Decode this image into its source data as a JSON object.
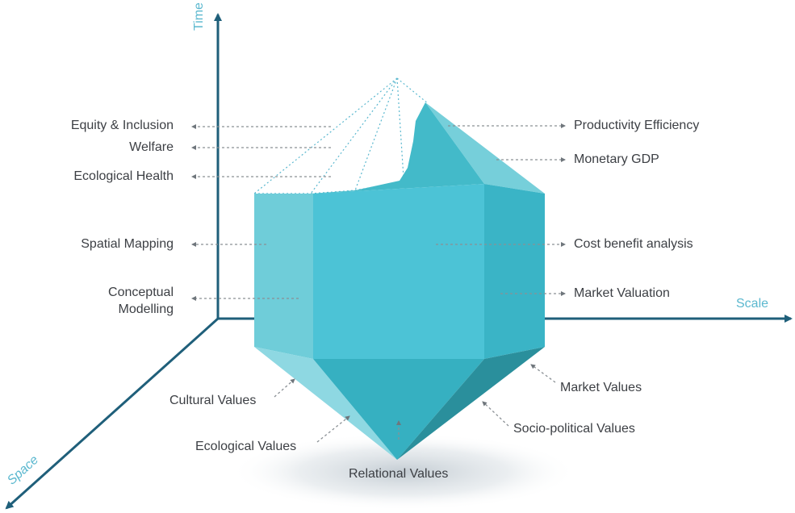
{
  "axes": {
    "time": "Time",
    "scale": "Scale",
    "space": "Space"
  },
  "labels_left": {
    "equity_inclusion": "Equity & Inclusion",
    "welfare": "Welfare",
    "ecological_health": "Ecological Health",
    "spatial_mapping": "Spatial Mapping",
    "conceptual_1": "Conceptual",
    "conceptual_2": "Modelling"
  },
  "labels_right": {
    "productivity_efficiency": "Productivity Efficiency",
    "monetary_gdp": "Monetary GDP",
    "cost_benefit": "Cost benefit analysis",
    "market_valuation": "Market Valuation"
  },
  "labels_bottom": {
    "cultural_values": "Cultural Values",
    "ecological_values": "Ecological Values",
    "relational_values": "Relational Values",
    "market_values": "Market Values",
    "sociopolitical_values": "Socio-political Values"
  },
  "colors": {
    "axis": "#1f5f7a",
    "axis_label": "#5bb8cf",
    "crystal_front": "#4cc3d6",
    "crystal_left": "#6fcdd9",
    "crystal_right": "#3ab4c6",
    "crystal_top_right": "#6ccad6",
    "crystal_bottom_left": "#8ed8e2",
    "crystal_bottom_right": "#2a8f9c",
    "text": "#3c3f44",
    "dash": "#8a9095"
  }
}
